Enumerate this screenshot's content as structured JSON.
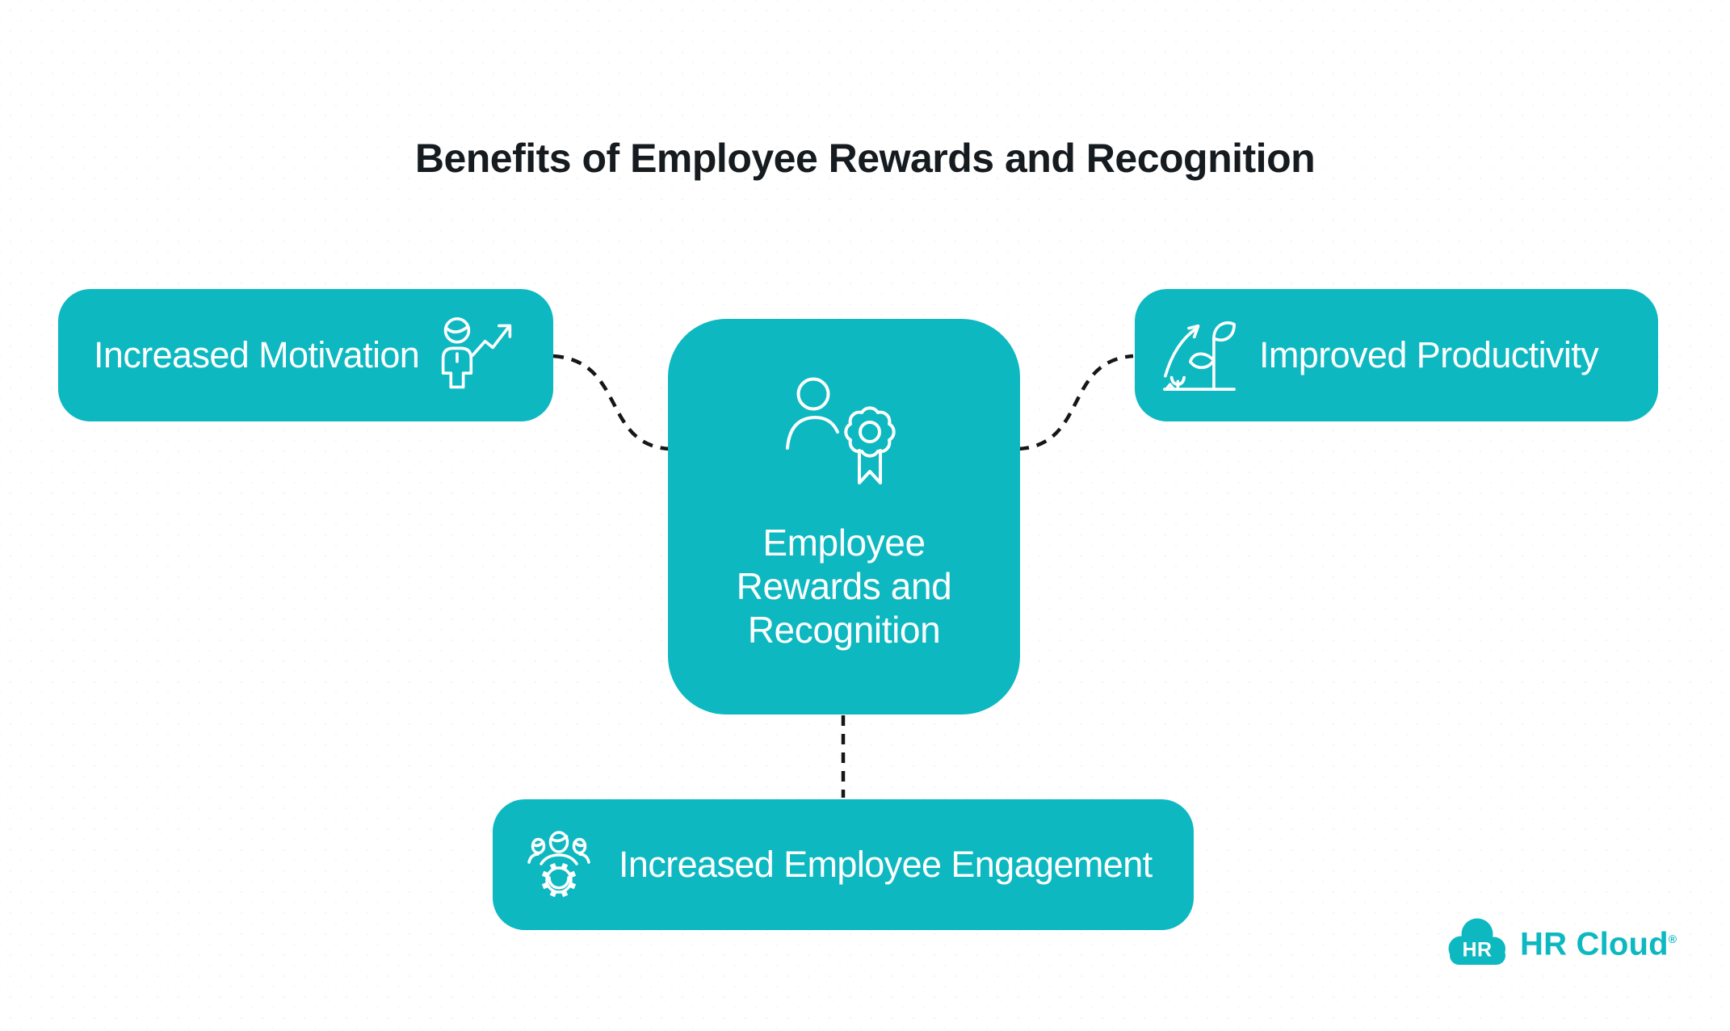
{
  "title": "Benefits of Employee Rewards and Recognition",
  "colors": {
    "teal": "#0DB8C1",
    "title_text": "#161B20",
    "node_text": "#FFFFFF",
    "connector": "#161616",
    "background": "#FFFFFF"
  },
  "center_node": {
    "label": "Employee Rewards and Recognition",
    "lines": [
      "Employee",
      "Rewards and",
      "Recognition"
    ],
    "icon": "person-award-ribbon-icon"
  },
  "nodes": [
    {
      "id": "increased-motivation",
      "label": "Increased Motivation",
      "icon": "person-rising-arrow-icon",
      "position": "top-left"
    },
    {
      "id": "improved-productivity",
      "label": "Improved Productivity",
      "icon": "sprout-growth-arrow-icon",
      "position": "top-right"
    },
    {
      "id": "increased-employee-engagement",
      "label": "Increased Employee Engagement",
      "icon": "team-gear-icon",
      "position": "bottom"
    }
  ],
  "connectors": [
    {
      "from": "center",
      "to": "increased-motivation",
      "style": "dashed"
    },
    {
      "from": "center",
      "to": "improved-productivity",
      "style": "dashed"
    },
    {
      "from": "center",
      "to": "increased-employee-engagement",
      "style": "dashed"
    }
  ],
  "logo": {
    "badge_text": "HR",
    "brand_text": "HR Cloud",
    "registered_mark": "®"
  }
}
